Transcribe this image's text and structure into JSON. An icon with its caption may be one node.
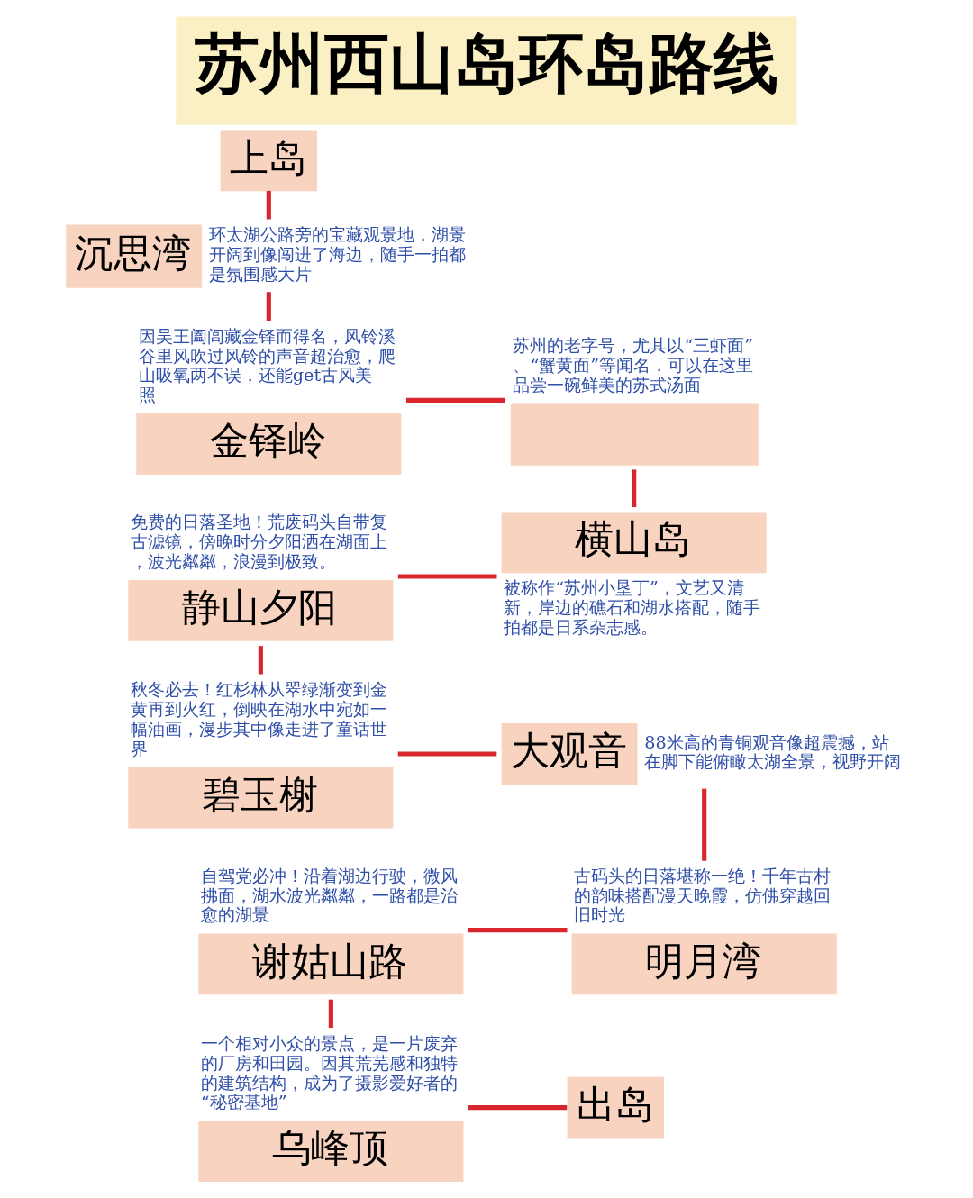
{
  "diagram": {
    "title": "苏州西山岛环岛路线",
    "nodes": [
      {
        "text": [
          "上岛"
        ]
      },
      {
        "text": [
          "沉思湾"
        ],
        "beside": [
          "环太湖公路旁的宝藏观景地，湖景开阔到像闯进了海边，随手一拍都是氛围感大片"
        ]
      },
      {
        "text": [
          "金铎岭"
        ],
        "beside": [
          "因吴王阖闾藏金铎而得名，风铃溪谷里风吹过风铃的声音超治愈，爬山吸氧两不误，还能get古风美照"
        ]
      },
      {
        "text": [],
        "shape": "box",
        "beside": [
          "苏州的老字号，尤其以“三虾面”、“蟹黄面”等闻名，可以在这里品尝一碗鲜美的苏式汤面"
        ]
      },
      {
        "text": [
          "静山夕阳"
        ],
        "beside": [
          "免费的日落圣地！荒废码头自带复古滤镜，傍晚时分夕阳洒在湖面上，波光粼粼，浪漫到极致。"
        ]
      },
      {
        "text": [
          "横山岛"
        ],
        "beside": [
          "被称作“苏州小垦丁”，文艺又清新，岸边的礁石和湖水搭配，随手拍都是日系杂志感。"
        ]
      },
      {
        "text": [
          "碧玉榭"
        ],
        "beside": [
          "秋冬必去！红杉林从翠绿渐变到金黄再到火红，倒映在湖水中宛如一幅油画，漫步其中像走进了童话世界"
        ]
      },
      {
        "text": [
          "大观音"
        ],
        "beside": [
          "88米高的青铜观音像超震撼，站在脚下能俯瞰太湖全景，视野开阔"
        ]
      },
      {
        "text": [
          "谢姑山路"
        ],
        "beside": [
          "自驾党必冲！沿着湖边行驶，微风拂面，湖水波光粼粼，一路都是治愈的湖景"
        ]
      },
      {
        "text": [
          "明月湾"
        ],
        "beside": [
          "古码头的日落堪称一绝！千年古村的韵味搭配漫天晚霞，仿佛穿越回旧时光"
        ]
      },
      {
        "text": [
          "乌峰顶"
        ],
        "beside": [
          "一个相对小众的景点，是一片废弃的厂房和田园。因其荒芜感和独特的建筑结构，成为了摄影爱好者的“秘密基地”"
        ]
      },
      {
        "text": [
          "出岛"
        ]
      }
    ],
    "edges": [
      {
        "from": 0,
        "to": 1,
        "arrow": "none"
      },
      {
        "from": 1,
        "to": 2,
        "arrow": "none"
      },
      {
        "from": 2,
        "to": 3,
        "arrow": "none"
      },
      {
        "from": 3,
        "to": 5,
        "arrow": "none"
      },
      {
        "from": 5,
        "to": 4,
        "arrow": "none"
      },
      {
        "from": 4,
        "to": 6,
        "arrow": "none"
      },
      {
        "from": 6,
        "to": 7,
        "arrow": "none"
      },
      {
        "from": 7,
        "to": 9,
        "arrow": "none"
      },
      {
        "from": 9,
        "to": 8,
        "arrow": "none"
      },
      {
        "from": 8,
        "to": 10,
        "arrow": "none"
      },
      {
        "from": 10,
        "to": 11,
        "arrow": "none"
      }
    ]
  }
}
